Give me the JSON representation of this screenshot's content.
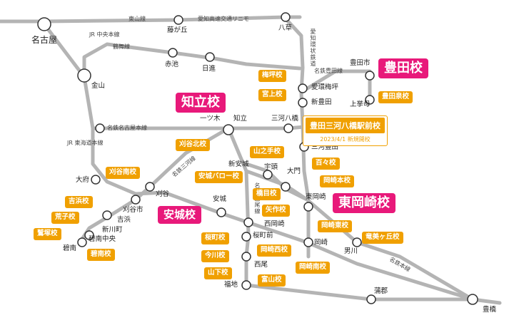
{
  "stations": {
    "nagoya": "名古屋",
    "fujigaoka": "藤が丘",
    "yakusa": "八草",
    "kanayama": "金山",
    "akaike": "赤池",
    "nisshin": "日進",
    "aikanumetsubo": "愛環梅坪",
    "toyotashi": "豊田市",
    "shintoyota": "新豊田",
    "uwagoromo": "上挙母",
    "hitotsugi": "一ツ木",
    "chiryu": "知立",
    "mikawayatsuhashi": "三河八橋",
    "mikawatoyota": "三河豊田",
    "shinanjo": "新安城",
    "uto": "宇頭",
    "daimon": "大門",
    "higashiokazaki": "東岡崎",
    "obu": "大府",
    "kariya": "刈谷",
    "kariyashi": "刈谷市",
    "yoshihama": "吉浜",
    "anjo": "安城",
    "nishiokazaki": "西岡崎",
    "shinkawamachi": "新川町",
    "hekinanchuo": "碧南中央",
    "hekinan": "碧南",
    "sakuraimae": "桜町前",
    "okazaki": "岡崎",
    "otogawa": "男川",
    "nishio": "西尾",
    "fukuchi": "福地",
    "gamagori": "蒲郡",
    "toyohashi": "豊橋"
  },
  "lines": {
    "higashiyama": "東山線",
    "linimo": "愛知高速交通リニモ",
    "jr_chuo": "JR 中央本線",
    "tsurumai": "鶴舞線",
    "aikan": "愛知環状鉄道",
    "meitetsu_toyota": "名鉄豊田線",
    "meitetsu_nagoya": "名鉄名古屋本線",
    "jr_tokaido": "JR 東海道本線",
    "hekinan": "名鉄三河線",
    "nishio": "名鉄西尾線",
    "meitetsu_honsen": "名鉄本線"
  },
  "schools": {
    "toyota": "豊田校",
    "chiryu": "知立校",
    "anjo": "安城校",
    "higashiokazaki": "東岡崎校",
    "umetsubo": "梅坪校",
    "miyaue": "宮上校",
    "toyotaizumi": "豊田泉校",
    "kariyakita": "刈谷北校",
    "yamanote": "山之手校",
    "momo": "百々校",
    "okazakihon": "岡崎本校",
    "kariyaminami": "刈谷南校",
    "anjobarro": "安城バロー校",
    "hashime": "橋目校",
    "yoshihama": "吉浜校",
    "arako": "荒子校",
    "yahagi": "矢作校",
    "okazakihigashi": "岡崎東校",
    "washizuka": "鷲塚校",
    "hekinan": "碧南校",
    "sakuramachi": "桜町校",
    "ryubigaoka": "竜美ヶ丘校",
    "okazakinishi": "岡崎西校",
    "imagawa": "今川校",
    "yamashita": "山下校",
    "okazakiminami": "岡崎南校",
    "tomiyama": "富山校"
  },
  "new_school": {
    "name": "豊田三河八橋駅前校",
    "note": "2023/4/1 新規開校"
  },
  "colors": {
    "school": "#f0a000",
    "main_school": "#e8197a",
    "rail": "#b4b4b4"
  }
}
